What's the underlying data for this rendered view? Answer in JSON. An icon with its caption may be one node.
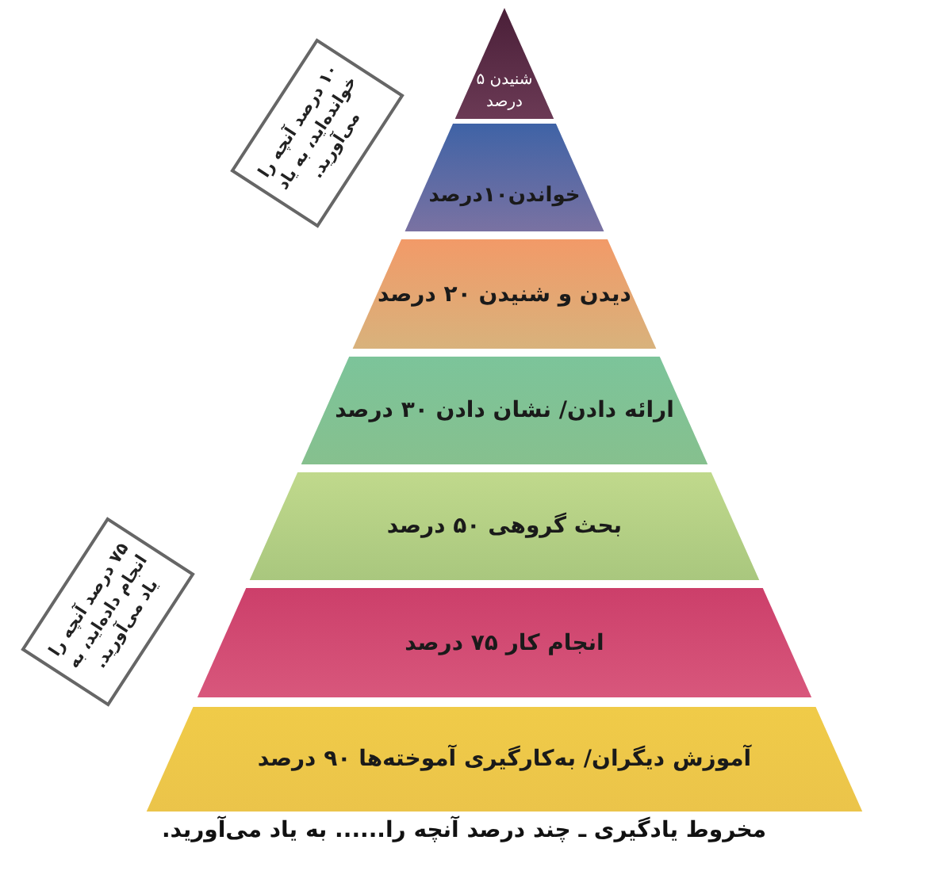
{
  "diagram": {
    "caption": "مخروط یادگیری ـ چند درصد آنچه را...... به یاد می‌آورید.",
    "nodes": [
      {
        "text": [
          "شنیدن ۵ درصد"
        ]
      },
      {
        "text": [
          "خواندن۱۰درصد"
        ]
      },
      {
        "text": [
          "دیدن و شنیدن ۲۰ درصد"
        ]
      },
      {
        "text": [
          "ارائه دادن/ نشان دادن ۳۰ درصد"
        ]
      },
      {
        "text": [
          "بحث گروهی ۵۰ درصد"
        ]
      },
      {
        "text": [
          "انجام کار ۷۵ درصد"
        ]
      },
      {
        "text": [
          "آموزش دیگران/ به‌کارگیری آموخته‌ها ۹۰ درصد"
        ]
      },
      {
        "text": [
          "۱۰ درصد آنچه را خوانده‌اید، به یاد می‌آورید."
        ]
      },
      {
        "text": [
          "۷۵ درصد آنچه را انجام داده‌اید، به یاد می‌آورید."
        ]
      }
    ],
    "edges": []
  }
}
